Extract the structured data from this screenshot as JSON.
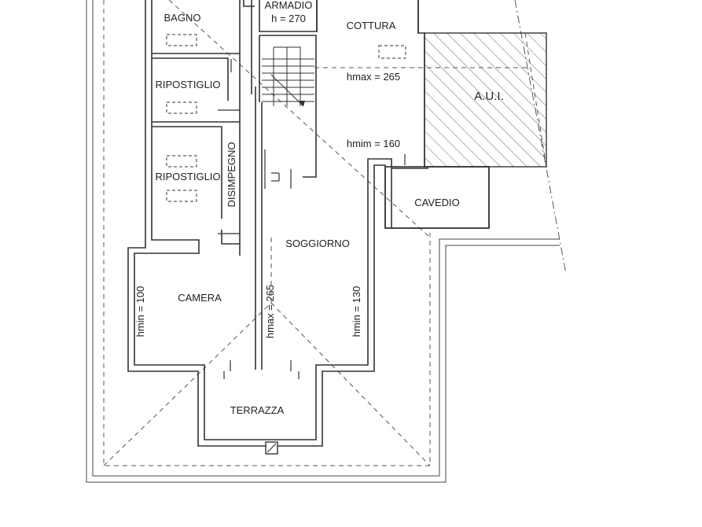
{
  "rooms": {
    "bagno": "BAGNO",
    "armadio": "ARMADIO",
    "armadio_h": "h = 270",
    "cottura": "COTTURA",
    "ripostiglio_1": "RIPOSTIGLIO",
    "ripostiglio_2": "RIPOSTIGLIO",
    "disimpegno": "DISIMPEGNO",
    "aui": "A.U.I.",
    "cavedio": "CAVEDIO",
    "soggiorno": "SOGGIORNO",
    "camera": "CAMERA",
    "terrazza": "TERRAZZA"
  },
  "heights": {
    "hmax_cottura": "hmax = 265",
    "hmin_cottura": "hmim = 160",
    "hmin_camera": "hmin = 100",
    "hmax_center": "hmax = 265",
    "hmin_soggiorno": "hmin = 130"
  },
  "colors": {
    "background": "#ffffff",
    "line": "#333333"
  }
}
